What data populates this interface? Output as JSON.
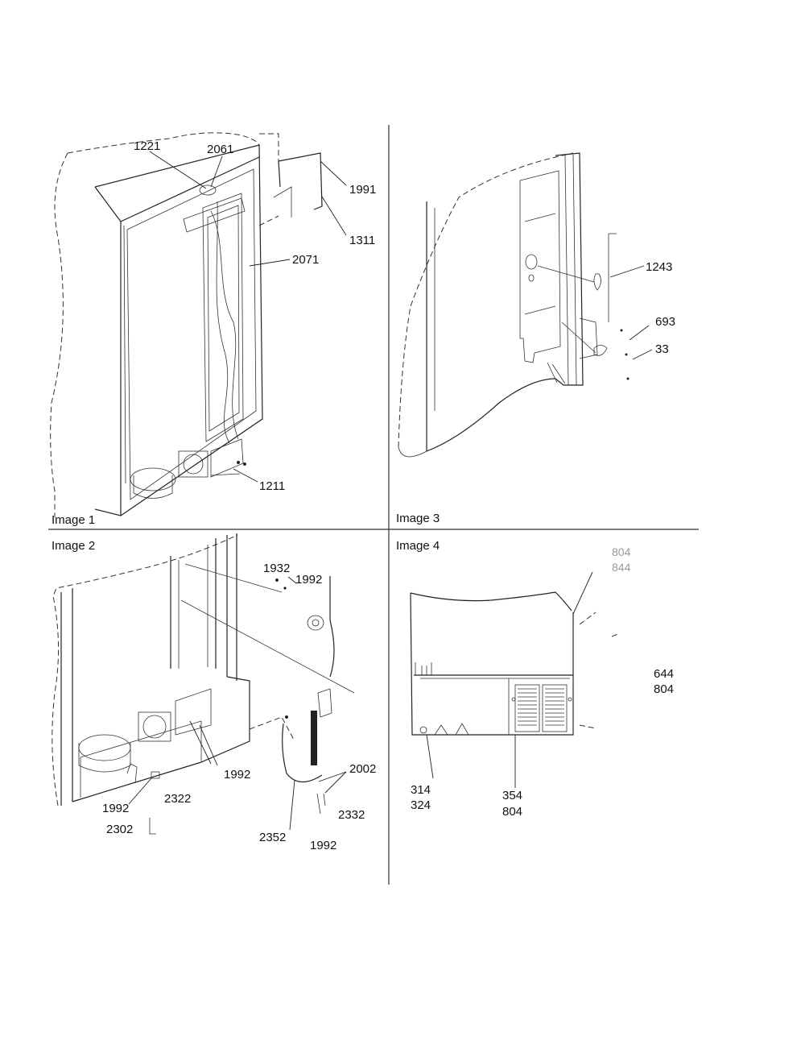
{
  "panels": {
    "image1": {
      "caption": "Image 1",
      "parts": [
        "1221",
        "2061",
        "1991",
        "1311",
        "2071",
        "1211"
      ]
    },
    "image2": {
      "caption": "Image 2",
      "parts": [
        "1932",
        "1992",
        "1992",
        "1992",
        "2322",
        "2302",
        "2002",
        "2352",
        "2332",
        "1992"
      ]
    },
    "image3": {
      "caption": "Image 3",
      "parts": [
        "1243",
        "693",
        "33"
      ]
    },
    "image4": {
      "caption": "Image 4",
      "parts": [
        "804",
        "844",
        "644",
        "804",
        "314",
        "324",
        "354",
        "804"
      ]
    }
  }
}
